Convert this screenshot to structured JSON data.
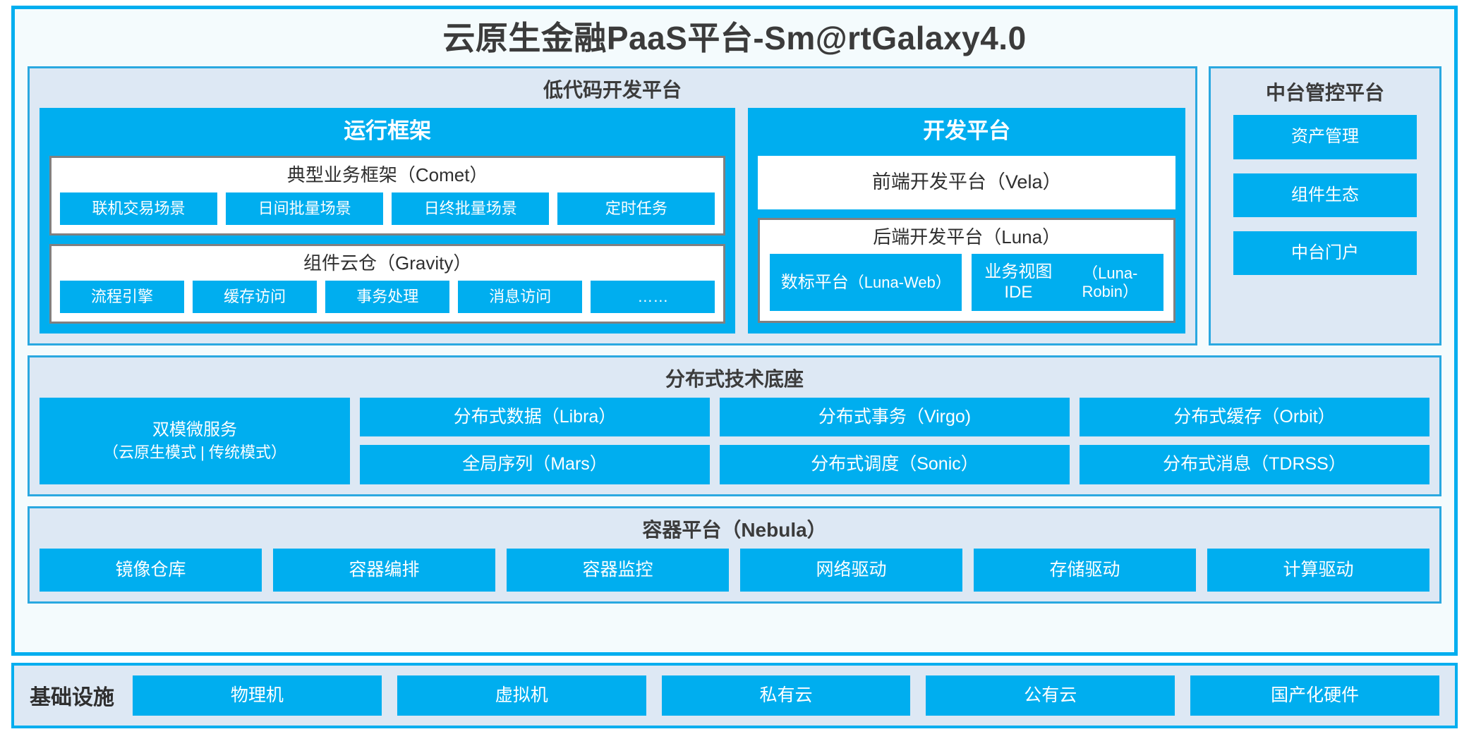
{
  "app": {
    "title": "云原生金融PaaS平台-Sm@rtGalaxy4.0",
    "accent_color": "#00AEEF",
    "panel_bg_color": "#DDE8F4",
    "frame_bg_color": "#F4FBFD"
  },
  "lowcode": {
    "title": "低代码开发平台",
    "runtime": {
      "title": "运行框架",
      "comet": {
        "title": "典型业务框架（Comet）",
        "items": [
          {
            "label": "联机交易场景"
          },
          {
            "label": "日间批量场景"
          },
          {
            "label": "日终批量场景"
          },
          {
            "label": "定时任务"
          }
        ]
      },
      "gravity": {
        "title": "组件云仓（Gravity）",
        "items": [
          {
            "label": "流程引擎"
          },
          {
            "label": "缓存访问"
          },
          {
            "label": "事务处理"
          },
          {
            "label": "消息访问"
          },
          {
            "label": "……"
          }
        ]
      }
    },
    "devplatform": {
      "title": "开发平台",
      "vela": {
        "title": "前端开发平台（Vela）"
      },
      "luna": {
        "title": "后端开发平台（Luna）",
        "items": [
          {
            "label": "数标平台",
            "sub": "（Luna-Web）"
          },
          {
            "label": "业务视图IDE",
            "sub": "（Luna-Robin）"
          }
        ]
      }
    }
  },
  "management": {
    "title": "中台管控平台",
    "items": [
      {
        "label": "资产管理"
      },
      {
        "label": "组件生态"
      },
      {
        "label": "中台门户"
      }
    ]
  },
  "distributed": {
    "title": "分布式技术底座",
    "microservice": {
      "label": "双模微服务",
      "sub": "（云原生模式 | 传统模式）"
    },
    "columns": [
      {
        "items": [
          {
            "label": "分布式数据（Libra）"
          },
          {
            "label": "全局序列（Mars）"
          }
        ]
      },
      {
        "items": [
          {
            "label": "分布式事务（Virgo)"
          },
          {
            "label": "分布式调度（Sonic）"
          }
        ]
      },
      {
        "items": [
          {
            "label": "分布式缓存（Orbit）"
          },
          {
            "label": "分布式消息（TDRSS）"
          }
        ]
      }
    ]
  },
  "container_platform": {
    "title": "容器平台（Nebula）",
    "items": [
      {
        "label": "镜像仓库"
      },
      {
        "label": "容器编排"
      },
      {
        "label": "容器监控"
      },
      {
        "label": "网络驱动"
      },
      {
        "label": "存储驱动"
      },
      {
        "label": "计算驱动"
      }
    ]
  },
  "infrastructure": {
    "label": "基础设施",
    "items": [
      {
        "label": "物理机"
      },
      {
        "label": "虚拟机"
      },
      {
        "label": "私有云"
      },
      {
        "label": "公有云"
      },
      {
        "label": "国产化硬件"
      }
    ]
  }
}
